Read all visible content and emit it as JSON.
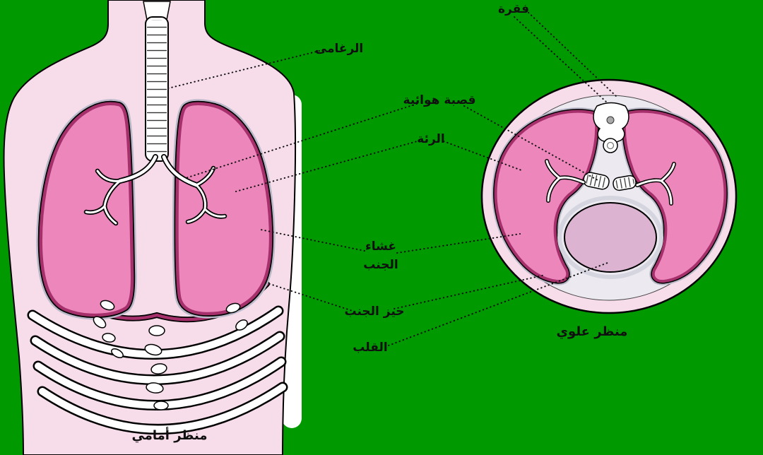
{
  "diagram": {
    "subject": "human-lungs-anatomy",
    "labels": {
      "trachea": "الرغامى",
      "bronchus": "قصبة هوائية",
      "lung": "الرئة",
      "pleura_line1": "غشاء",
      "pleura_line2": "الجنب",
      "pleural_space": "حيز الجنب",
      "heart": "القلب",
      "vertebra": "فقرة"
    },
    "captions": {
      "anterior_view": "منظر أمامي",
      "superior_view": "منظر علوي"
    },
    "colors": {
      "background_green": "#009900",
      "skin_pink": "#f7dcea",
      "lung_pink": "#ec86bb",
      "lung_border_magenta": "#a5306b",
      "pleura_gray": "#b9b9c9",
      "heart_fill": "#dcb3d0",
      "outline_black": "#000000"
    }
  }
}
